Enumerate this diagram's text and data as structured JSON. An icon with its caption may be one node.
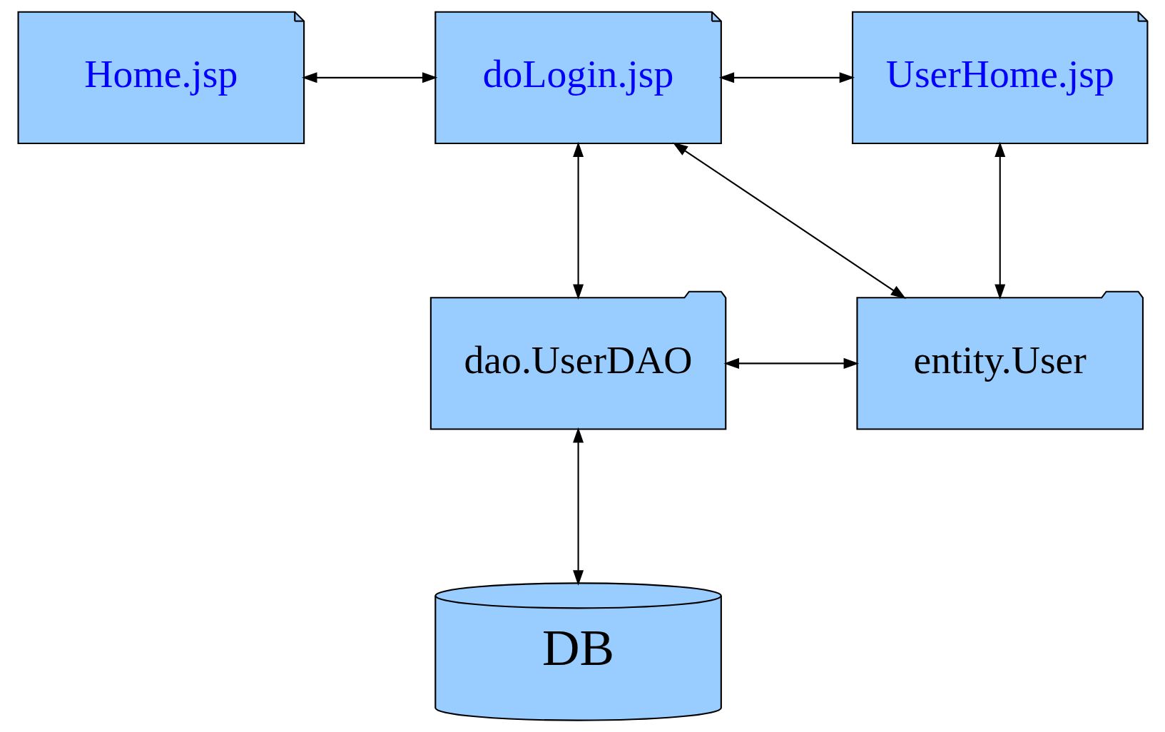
{
  "diagram": {
    "nodes": [
      {
        "text": [
          "Home.jsp"
        ]
      },
      {
        "text": [
          "doLogin.jsp"
        ]
      },
      {
        "text": [
          "UserHome.jsp"
        ]
      },
      {
        "text": [
          "dao.UserDAO"
        ]
      },
      {
        "text": [
          "entity.User"
        ]
      },
      {
        "text": [
          "DB"
        ]
      }
    ],
    "edges": [
      {
        "from": 0,
        "to": 1,
        "arrow": "both"
      },
      {
        "from": 1,
        "to": 2,
        "arrow": "both"
      },
      {
        "from": 1,
        "to": 3,
        "arrow": "both"
      },
      {
        "from": 1,
        "to": 4,
        "arrow": "both"
      },
      {
        "from": 2,
        "to": 4,
        "arrow": "both"
      },
      {
        "from": 3,
        "to": 4,
        "arrow": "both"
      },
      {
        "from": 3,
        "to": 5,
        "arrow": "both"
      }
    ]
  }
}
